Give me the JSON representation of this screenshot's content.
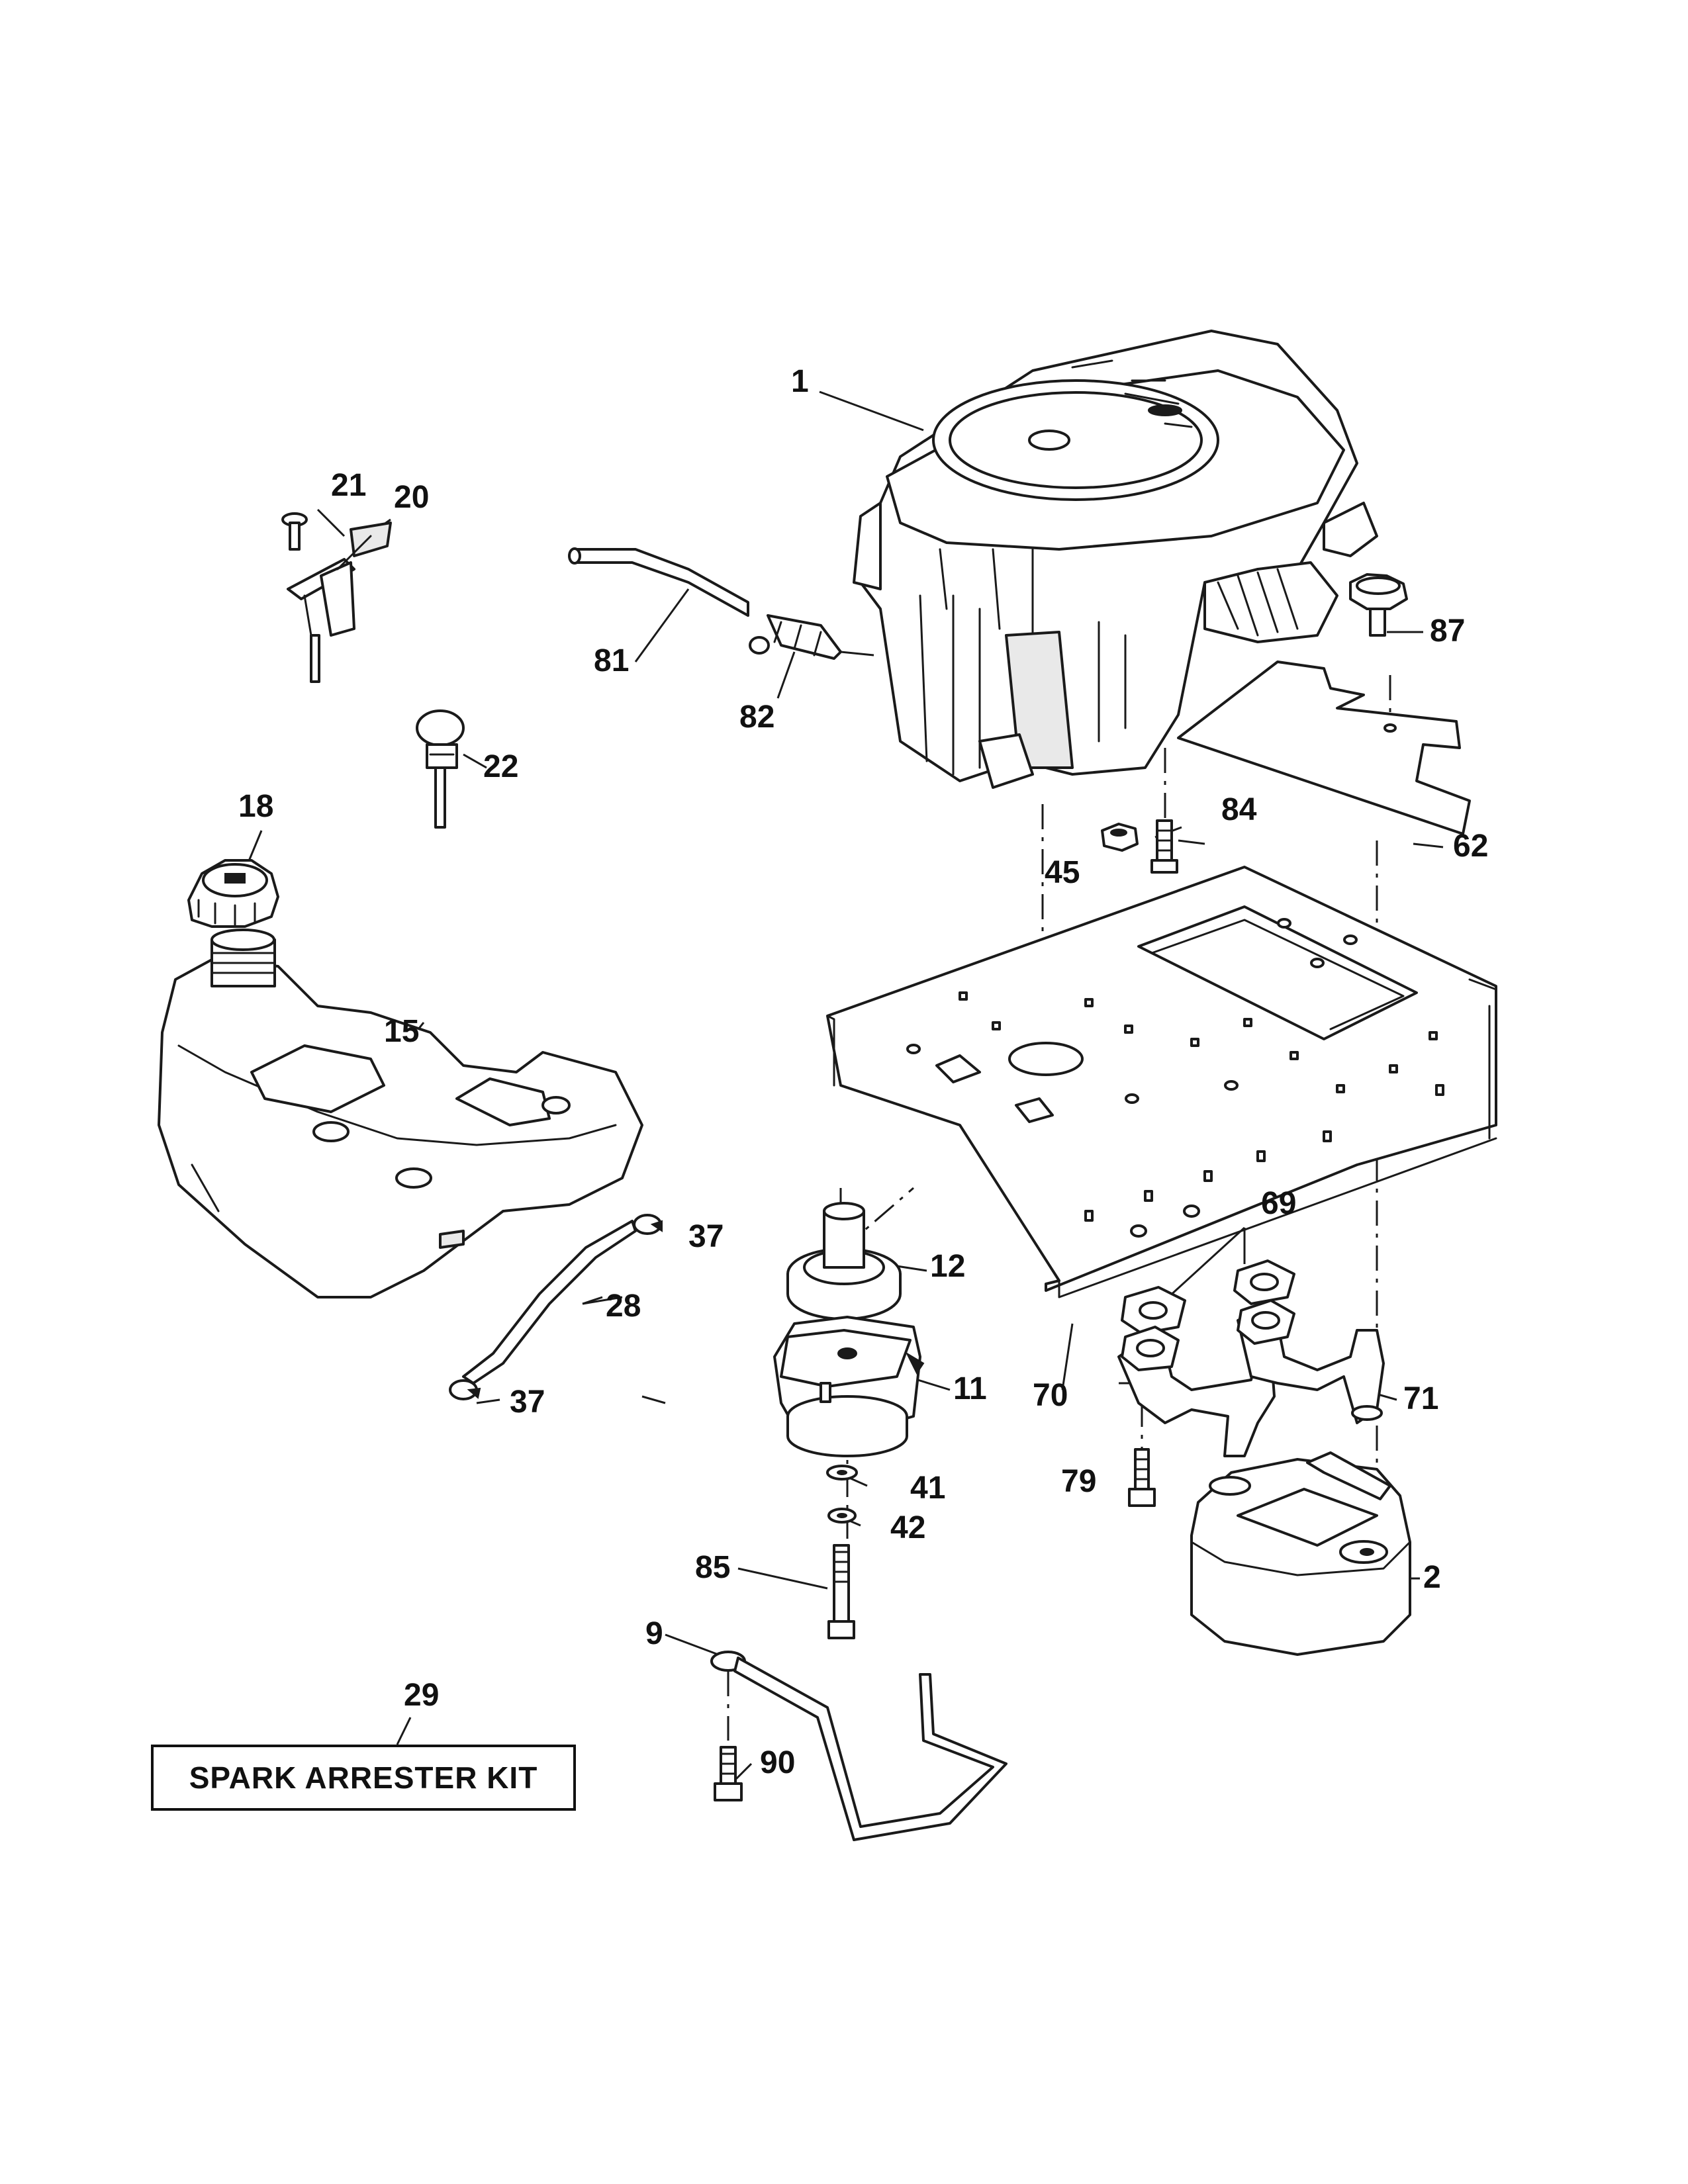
{
  "callouts": {
    "c1": "1",
    "c2": "2",
    "c9": "9",
    "c11": "11",
    "c12": "12",
    "c15": "15",
    "c18": "18",
    "c20": "20",
    "c21": "21",
    "c22": "22",
    "c28": "28",
    "c29": "29",
    "c37a": "37",
    "c37b": "37",
    "c41": "41",
    "c42": "42",
    "c45": "45",
    "c62": "62",
    "c69": "69",
    "c70": "70",
    "c71": "71",
    "c79": "79",
    "c81": "81",
    "c82": "82",
    "c84": "84",
    "c85": "85",
    "c87": "87",
    "c90": "90"
  },
  "kit": {
    "label": "SPARK ARRESTER KIT"
  }
}
